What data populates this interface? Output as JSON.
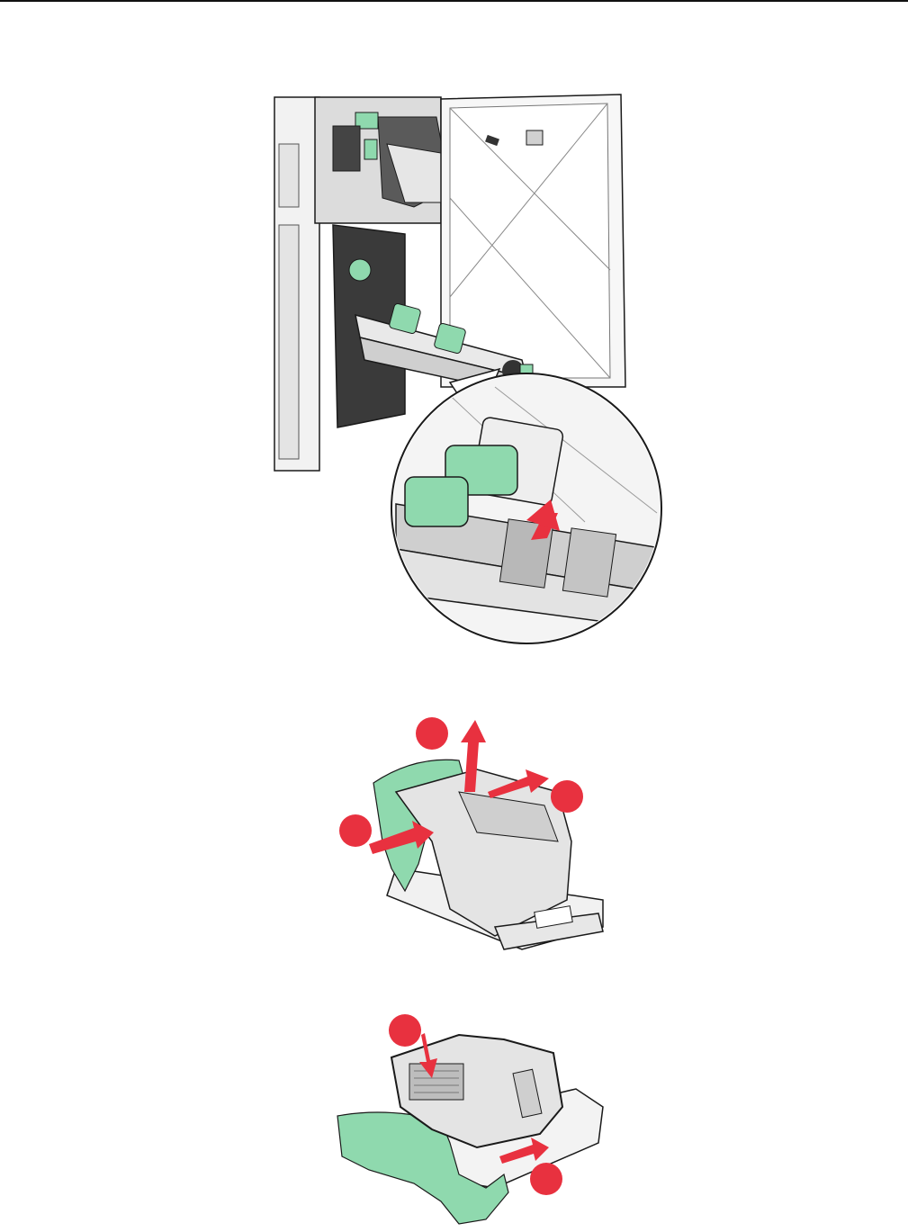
{
  "document": {
    "figures": [
      {
        "id": "printer-staple-cartridge-removal",
        "icon": "printer-finisher-illustration"
      },
      {
        "id": "staple-cartridge-open-holder",
        "icon": "staple-cartridge-illustration"
      },
      {
        "id": "staple-cartridge-insert-new-pack",
        "icon": "staple-cartridge-illustration"
      }
    ],
    "colors": {
      "accent_green": "#8fd9ae",
      "arrow_red": "#e8313f",
      "outline": "#1a1a1a",
      "body_gray": "#e9e9e9",
      "dark_panel": "#3a3a3a"
    }
  }
}
